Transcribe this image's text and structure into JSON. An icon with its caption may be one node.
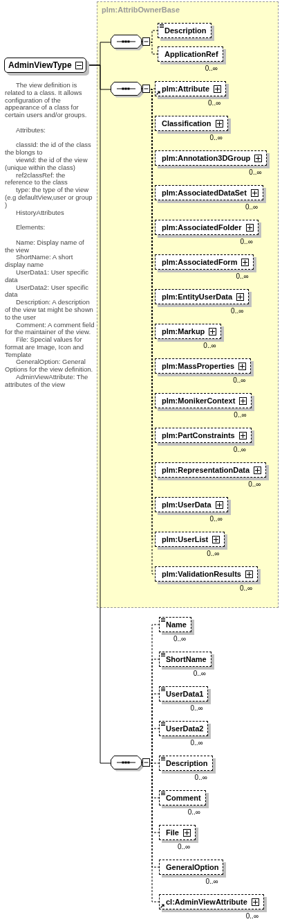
{
  "diagram": {
    "nodes": [
      {
        "text": [
          "AdminViewType"
        ],
        "beside": [
          "The view definition is related to a class. It allows configuration of the appearance of a class for certain users and/or groups.",
          "Attributes:",
          "classId: the id of the class the blongs to",
          "viewId: the id of the view (unique within the class)",
          "ref2classRef: the reference to the class",
          "type: the type of the view (e.g defaultView,user or group )",
          "HistoryAttributes",
          "Elements:",
          "Name: Display name of the view",
          "ShortName: A short display name",
          "UserData1: User specific data",
          "UserData2: User specific data",
          "Description: A description of the view tat might be shown to the user",
          "Comment: A comment field for the maintainer of the view.",
          "File: Special values for format are Image, Icon and Template",
          "GeneralOption: General Options for the view definition.",
          "AdminViewAttribute: The attributes of the view"
        ]
      },
      {
        "text": [
          "plm:AttribOwnerBase"
        ]
      },
      {
        "text": [],
        "shape": "octagon",
        "in": 1
      },
      {
        "text": [
          "Description"
        ],
        "in": 1
      },
      {
        "text": [
          "ApplicationRef"
        ],
        "in": 1,
        "beside": [
          "0..∞"
        ]
      },
      {
        "text": [],
        "shape": "octagon",
        "in": 1
      },
      {
        "text": [
          "plm:Attribute"
        ],
        "in": 1,
        "beside": [
          "0..∞"
        ]
      },
      {
        "text": [
          "Classification"
        ],
        "in": 1,
        "beside": [
          "0..∞"
        ]
      },
      {
        "text": [
          "plm:Annotation3DGroup"
        ],
        "in": 1,
        "beside": [
          "0..∞"
        ]
      },
      {
        "text": [
          "plm:AssociatedDataSet"
        ],
        "in": 1,
        "beside": [
          "0..∞"
        ]
      },
      {
        "text": [
          "plm:AssociatedFolder"
        ],
        "in": 1,
        "beside": [
          "0..∞"
        ]
      },
      {
        "text": [
          "plm:AssociatedForm"
        ],
        "in": 1,
        "beside": [
          "0..∞"
        ]
      },
      {
        "text": [
          "plm:EntityUserData"
        ],
        "in": 1,
        "beside": [
          "0..∞"
        ]
      },
      {
        "text": [
          "plm:Markup"
        ],
        "in": 1,
        "beside": [
          "0..∞"
        ]
      },
      {
        "text": [
          "plm:MassProperties"
        ],
        "in": 1,
        "beside": [
          "0..∞"
        ]
      },
      {
        "text": [
          "plm:MonikerContext"
        ],
        "in": 1,
        "beside": [
          "0..∞"
        ]
      },
      {
        "text": [
          "plm:PartConstraints"
        ],
        "in": 1,
        "beside": [
          "0..∞"
        ]
      },
      {
        "text": [
          "plm:RepresentationData"
        ],
        "in": 1,
        "beside": [
          "0..∞"
        ]
      },
      {
        "text": [
          "plm:UserData"
        ],
        "in": 1,
        "beside": [
          "0..∞"
        ]
      },
      {
        "text": [
          "plm:UserList"
        ],
        "in": 1,
        "beside": [
          "0..∞"
        ]
      },
      {
        "text": [
          "plm:ValidationResults"
        ],
        "in": 1,
        "beside": [
          "0..∞"
        ]
      },
      {
        "text": [],
        "shape": "octagon"
      },
      {
        "text": [
          "Name"
        ],
        "beside": [
          "0..∞"
        ]
      },
      {
        "text": [
          "ShortName"
        ],
        "beside": [
          "0..∞"
        ]
      },
      {
        "text": [
          "UserData1"
        ],
        "beside": [
          "0..∞"
        ]
      },
      {
        "text": [
          "UserData2"
        ],
        "beside": [
          "0..∞"
        ]
      },
      {
        "text": [
          "Description"
        ],
        "beside": [
          "0..∞"
        ]
      },
      {
        "text": [
          "Comment"
        ],
        "beside": [
          "0..∞"
        ]
      },
      {
        "text": [
          "File"
        ],
        "beside": [
          "0..∞"
        ]
      },
      {
        "text": [
          "GeneralOption"
        ],
        "beside": [
          "0..∞"
        ]
      },
      {
        "text": [
          "cl:AdminViewAttribute"
        ],
        "beside": [
          "0..∞"
        ]
      }
    ],
    "edges": [
      {
        "from": 0,
        "to": 2,
        "arrow": "none"
      },
      {
        "from": 0,
        "to": 5,
        "arrow": "none"
      },
      {
        "from": 0,
        "to": 21,
        "arrow": "none"
      },
      {
        "from": 2,
        "to": 3,
        "arrow": "none",
        "style": "dashed"
      },
      {
        "from": 2,
        "to": 4,
        "arrow": "none",
        "style": "dashed"
      },
      {
        "from": 5,
        "to": 6,
        "arrow": "none",
        "style": "dashed"
      },
      {
        "from": 5,
        "to": 7,
        "arrow": "none",
        "style": "dashed"
      },
      {
        "from": 5,
        "to": 8,
        "arrow": "none",
        "style": "dashed"
      },
      {
        "from": 5,
        "to": 9,
        "arrow": "none",
        "style": "dashed"
      },
      {
        "from": 5,
        "to": 10,
        "arrow": "none",
        "style": "dashed"
      },
      {
        "from": 5,
        "to": 11,
        "arrow": "none",
        "style": "dashed"
      },
      {
        "from": 5,
        "to": 12,
        "arrow": "none",
        "style": "dashed"
      },
      {
        "from": 5,
        "to": 13,
        "arrow": "none",
        "style": "dashed"
      },
      {
        "from": 5,
        "to": 14,
        "arrow": "none",
        "style": "dashed"
      },
      {
        "from": 5,
        "to": 15,
        "arrow": "none",
        "style": "dashed"
      },
      {
        "from": 5,
        "to": 16,
        "arrow": "none",
        "style": "dashed"
      },
      {
        "from": 5,
        "to": 17,
        "arrow": "none",
        "style": "dashed"
      },
      {
        "from": 5,
        "to": 18,
        "arrow": "none",
        "style": "dashed"
      },
      {
        "from": 5,
        "to": 19,
        "arrow": "none",
        "style": "dashed"
      },
      {
        "from": 5,
        "to": 20,
        "arrow": "none",
        "style": "dashed"
      },
      {
        "from": 21,
        "to": 22,
        "arrow": "none",
        "style": "dashed"
      },
      {
        "from": 21,
        "to": 23,
        "arrow": "none",
        "style": "dashed"
      },
      {
        "from": 21,
        "to": 24,
        "arrow": "none",
        "style": "dashed"
      },
      {
        "from": 21,
        "to": 25,
        "arrow": "none",
        "style": "dashed"
      },
      {
        "from": 21,
        "to": 26,
        "arrow": "none",
        "style": "dashed"
      },
      {
        "from": 21,
        "to": 27,
        "arrow": "none",
        "style": "dashed"
      },
      {
        "from": 21,
        "to": 28,
        "arrow": "none",
        "style": "dashed"
      },
      {
        "from": 21,
        "to": 29,
        "arrow": "none",
        "style": "dashed"
      },
      {
        "from": 21,
        "to": 30,
        "arrow": "none",
        "style": "dashed"
      }
    ]
  }
}
